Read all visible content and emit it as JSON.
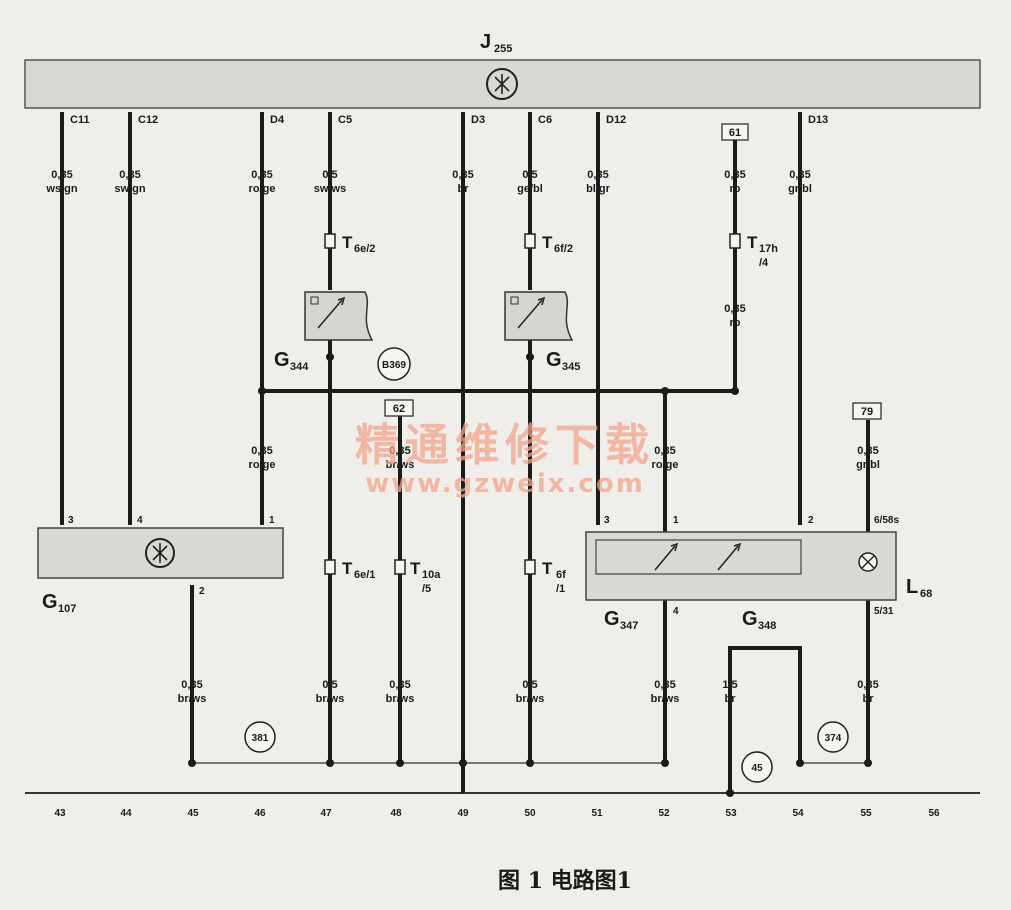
{
  "module": {
    "name": "J",
    "sub": "255"
  },
  "top_pins": [
    "C11",
    "C12",
    "D4",
    "C5",
    "D3",
    "C6",
    "D12",
    "D13"
  ],
  "top_box": "61",
  "wires_top": [
    {
      "gauge": "0,35",
      "color": "ws/gn"
    },
    {
      "gauge": "0,35",
      "color": "sw/gn"
    },
    {
      "gauge": "0,35",
      "color": "ro/ge"
    },
    {
      "gauge": "0,5",
      "color": "sw/ws"
    },
    {
      "gauge": "0,35",
      "color": "br"
    },
    {
      "gauge": "0,5",
      "color": "ge/bl"
    },
    {
      "gauge": "0,35",
      "color": "bl/gr"
    },
    {
      "gauge": "0,35",
      "color": "ro"
    },
    {
      "gauge": "0,35",
      "color": "gr/bl"
    }
  ],
  "wire_ro_lower": {
    "gauge": "0,35",
    "color": "ro"
  },
  "connectors": [
    {
      "name": "T",
      "sub": "6e/2"
    },
    {
      "name": "T",
      "sub": "6f/2"
    },
    {
      "name": "T",
      "sub": "17h",
      "suffix": "/4"
    },
    {
      "name": "T",
      "sub": "6e/1"
    },
    {
      "name": "T",
      "sub": "10a",
      "suffix": "/5"
    },
    {
      "name": "T",
      "sub": "6f",
      "suffix": "/1"
    }
  ],
  "components": {
    "g344": {
      "name": "G",
      "sub": "344"
    },
    "g345": {
      "name": "G",
      "sub": "345"
    },
    "g107": {
      "name": "G",
      "sub": "107"
    },
    "g347": {
      "name": "G",
      "sub": "347"
    },
    "g348": {
      "name": "G",
      "sub": "348"
    },
    "l68": {
      "name": "L",
      "sub": "68"
    }
  },
  "circles": {
    "b369": "B369",
    "c381": "381",
    "c45": "45",
    "c374": "374"
  },
  "boxes": {
    "b62": "62",
    "b79": "79"
  },
  "middle_wires": [
    {
      "gauge": "0,35",
      "color": "ro/ge"
    },
    {
      "gauge": "0,35",
      "color": "br/ws"
    },
    {
      "gauge": "0,35",
      "color": "ro/ge"
    },
    {
      "gauge": "0,35",
      "color": "gr/bl"
    }
  ],
  "g107_pins": [
    "3",
    "4",
    "1",
    "2"
  ],
  "g347_pins": [
    "3",
    "1",
    "2",
    "4"
  ],
  "l68_pins": [
    "6/58s",
    "5/31"
  ],
  "bottom_wires": [
    {
      "gauge": "0,35",
      "color": "br/ws"
    },
    {
      "gauge": "0,5",
      "color": "br/ws"
    },
    {
      "gauge": "0,35",
      "color": "br/ws"
    },
    {
      "gauge": "0,5",
      "color": "br/ws"
    },
    {
      "gauge": "0,35",
      "color": "br/ws"
    },
    {
      "gauge": "1,5",
      "color": "br"
    },
    {
      "gauge": "0,35",
      "color": "br"
    }
  ],
  "columns": [
    "43",
    "44",
    "45",
    "46",
    "47",
    "48",
    "49",
    "50",
    "51",
    "52",
    "53",
    "54",
    "55",
    "56"
  ],
  "watermark": {
    "cn": "精通维修下载",
    "url": "www.gzweix.com"
  },
  "caption": "图 1   电路图1"
}
